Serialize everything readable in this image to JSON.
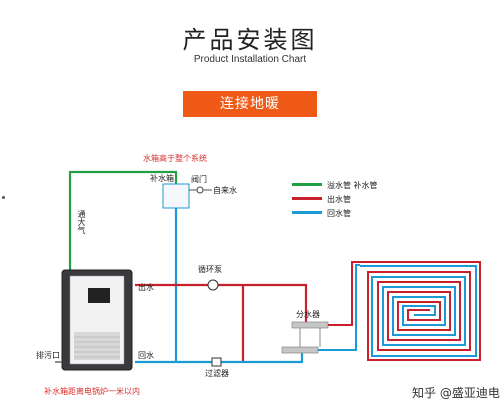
{
  "header": {
    "title": "产品安装图",
    "subtitle": "Product Installation Chart",
    "banner": "连接地暖"
  },
  "labels": {
    "tank_note": "水箱高于整个系统",
    "makeup_tank": "补水箱",
    "valve": "阀门",
    "tap_water": "自来水",
    "vent": "通大气",
    "outlet": "出水",
    "return": "回水",
    "drain": "排污口",
    "circ_pump": "循环泵",
    "filter": "过滤器",
    "manifold": "分水器",
    "bottom_note": "补水箱距离电锅炉一米以内"
  },
  "legend": [
    {
      "label": "溢水管   补水管",
      "color": "#22a045"
    },
    {
      "label": "出水管",
      "color": "#c8202c"
    },
    {
      "label": "回水管",
      "color": "#1c9ad6"
    }
  ],
  "watermark": "知乎 @盛亚迪电器",
  "colors": {
    "green": "#22a045",
    "red": "#c8202c",
    "blue": "#1c9ad6",
    "orange": "#ef5a16"
  }
}
